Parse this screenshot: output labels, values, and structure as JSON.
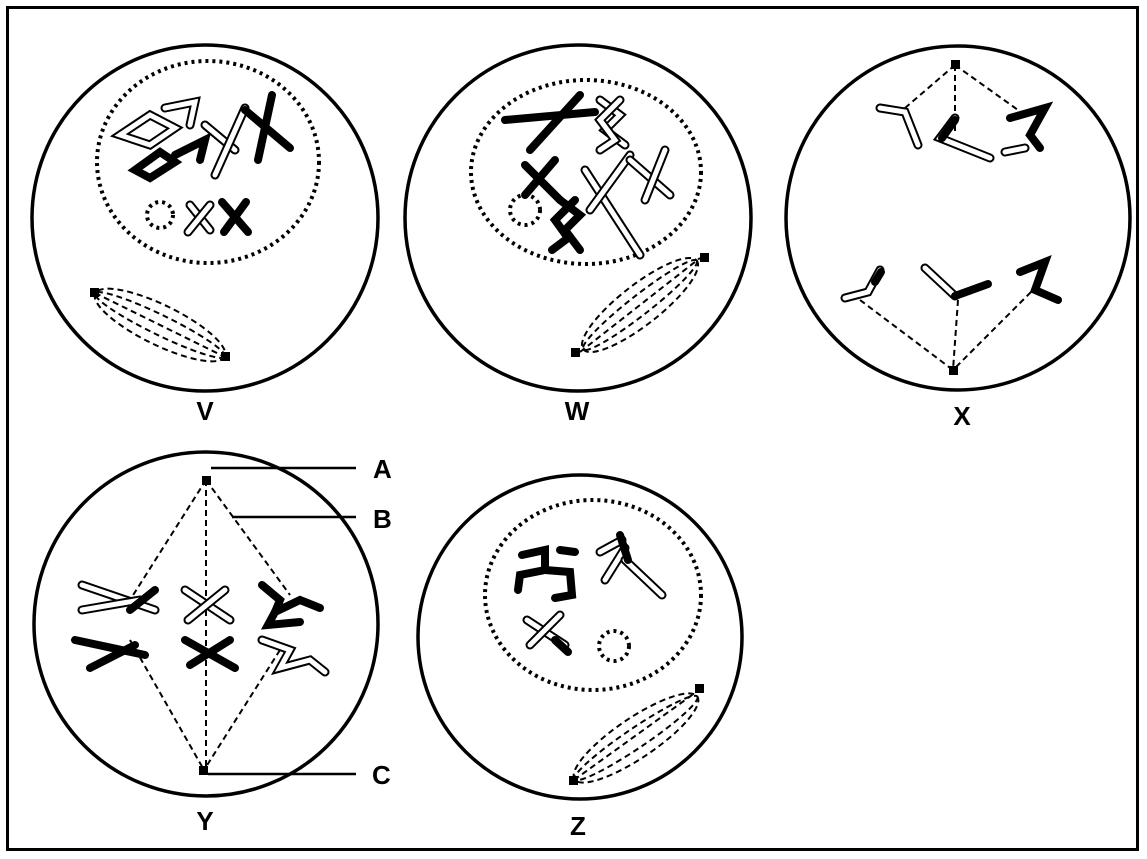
{
  "cells": {
    "v": {
      "label": "V"
    },
    "w": {
      "label": "W"
    },
    "x": {
      "label": "X"
    },
    "y": {
      "label": "Y"
    },
    "z": {
      "label": "Z"
    }
  },
  "callouts": {
    "a": "A",
    "b": "B",
    "c": "C"
  }
}
